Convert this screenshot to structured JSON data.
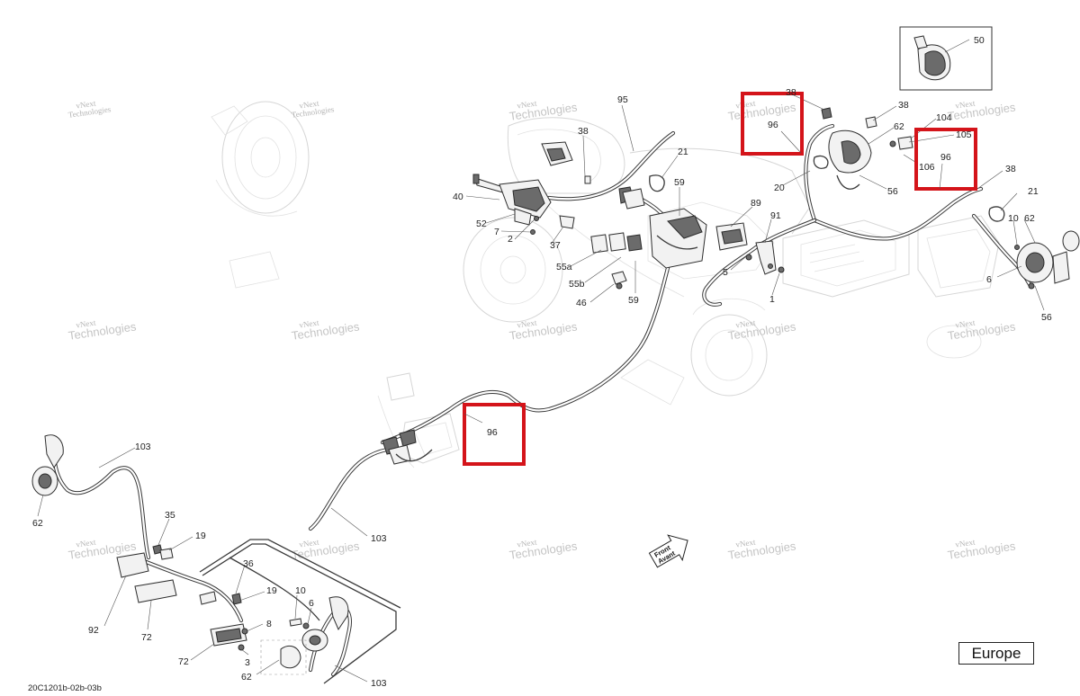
{
  "diagram": {
    "reference_code": "20C1201b-02b-03b",
    "region_label": "Europe",
    "front_arrow": {
      "line1": "Front",
      "line2": "Avant"
    },
    "watermark": {
      "line1": "vNext",
      "line2": "Technologies",
      "line3": "Technologies"
    },
    "highlight_color": "#d4141a",
    "callouts": [
      "50",
      "38",
      "38",
      "62",
      "104",
      "105",
      "96",
      "96",
      "96",
      "106",
      "20",
      "56",
      "95",
      "38",
      "21",
      "40",
      "52",
      "7",
      "2",
      "37",
      "59",
      "89",
      "91",
      "55a",
      "55b",
      "46",
      "59",
      "5",
      "1",
      "21",
      "10",
      "62",
      "6",
      "56",
      "103",
      "62",
      "35",
      "19",
      "36",
      "19",
      "10",
      "6",
      "8",
      "3",
      "62",
      "72",
      "72",
      "92",
      "103",
      "103",
      "38"
    ]
  }
}
